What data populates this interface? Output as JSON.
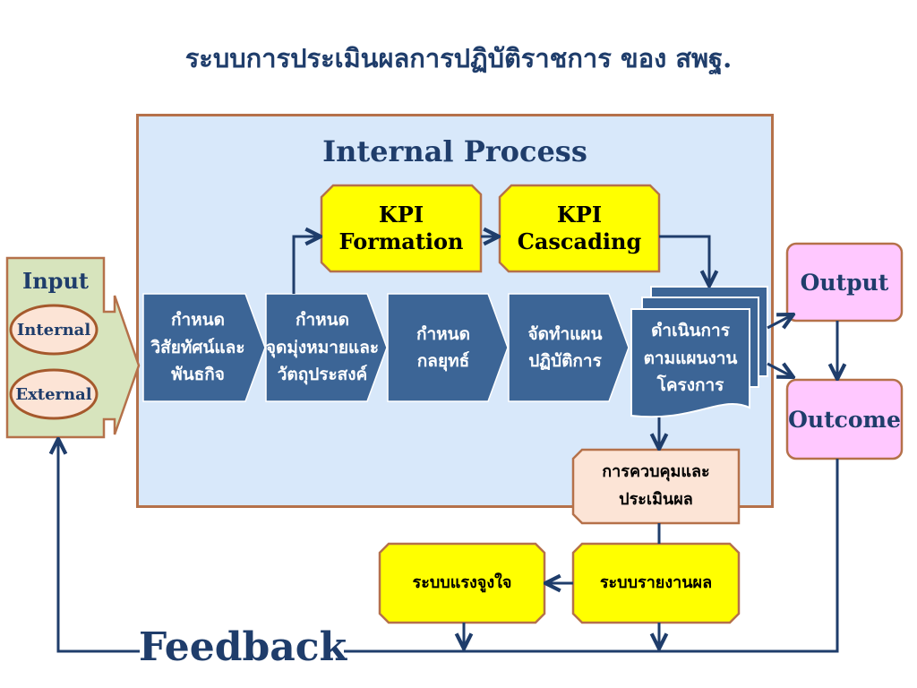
{
  "title": "ระบบการประเมินผลการปฏิบัติราชการ ของ สพฐ.",
  "internal_process": {
    "title": "Internal Process",
    "kpi_formation": "KPI\nFormation",
    "kpi_cascading": "KPI\nCascading",
    "steps": [
      "กำหนด\nวิสัยทัศน์และ\nพันธกิจ",
      "กำหนด\nจุดมุ่งหมายและ\nวัตถุประสงค์",
      "กำหนด\nกลยุทธ์",
      "จัดทำแผน\nปฏิบัติการ"
    ],
    "implementation": "ดำเนินการ\nตามแผนงาน\nโครงการ",
    "control": "การควบคุมและ\nประเมินผล"
  },
  "input": {
    "title": "Input",
    "internal": "Internal",
    "external": "External"
  },
  "output": "Output",
  "outcome": "Outcome",
  "reporting": "ระบบรายงานผล",
  "motivation": "ระบบแรงจูงใจ",
  "feedback": "Feedback",
  "colors": {
    "navy": "#1f3d6b",
    "panel": "#d8e8fa",
    "panel_border": "#b5714a",
    "kpi_fill": "#ffff00",
    "step_fill": "#3c6596",
    "input_fill": "#d7e4bd",
    "output_fill": "#ffc8ff",
    "control_fill": "#fce4d6"
  }
}
